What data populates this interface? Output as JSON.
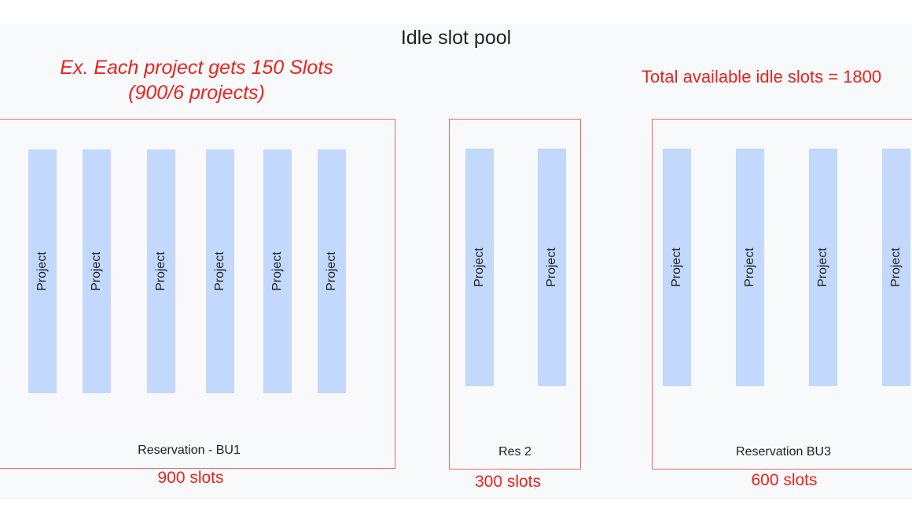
{
  "diagram": {
    "title": "Idle slot pool",
    "example_note": {
      "line1": "Ex. Each project gets 150 Slots",
      "line2": "(900/6 projects)"
    },
    "total_note": "Total available idle slots = 1800",
    "project_label": "Project",
    "reservations": [
      {
        "name": "Reservation - BU1",
        "slots": "900 slots",
        "project_count": 6
      },
      {
        "name": "Res 2",
        "slots": "300 slots",
        "project_count": 2
      },
      {
        "name": "Reservation BU3",
        "slots": "600 slots",
        "project_count": 4
      }
    ],
    "colors": {
      "accent_red": "#e8231e",
      "box_border": "#e06b66",
      "project_fill": "#c2d8fc",
      "background": "#f8f9fa"
    }
  }
}
